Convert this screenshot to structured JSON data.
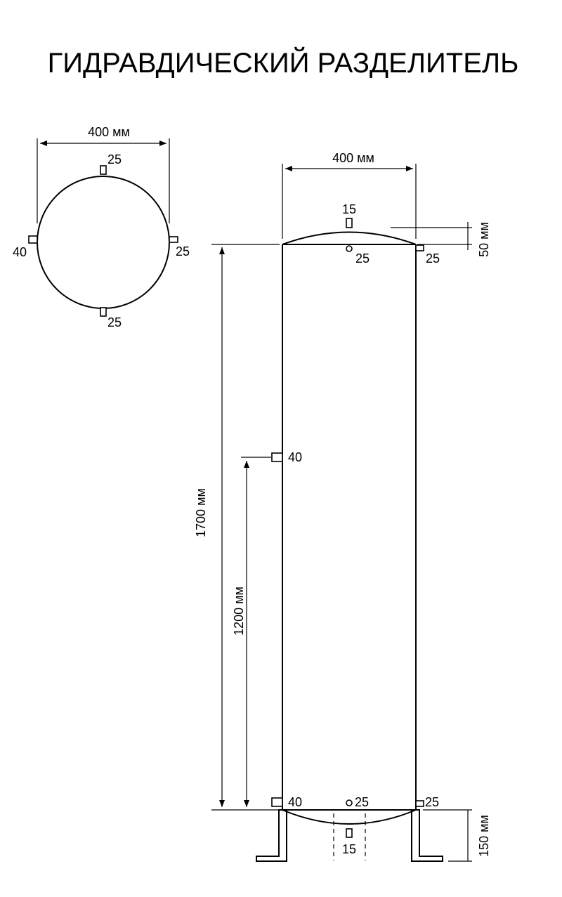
{
  "title": "ГИДРАВДИЧЕСКИЙ РАЗДЕЛИТЕЛЬ",
  "top_view": {
    "width_label": "400 мм",
    "port_top": "25",
    "port_left": "40",
    "port_right": "25",
    "port_bottom": "25"
  },
  "side_view": {
    "width_label": "400 мм",
    "top_port": "15",
    "top_inner_port": "25",
    "top_right_port": "25",
    "cap_height_label": "50 мм",
    "mid_left_port": "40",
    "height_total_label": "1700 мм",
    "height_mid_label": "1200 мм",
    "bottom_left_port": "40",
    "bottom_inner_port": "25",
    "bottom_right_port": "25",
    "bottom_port": "15",
    "legs_height_label": "150 мм"
  }
}
